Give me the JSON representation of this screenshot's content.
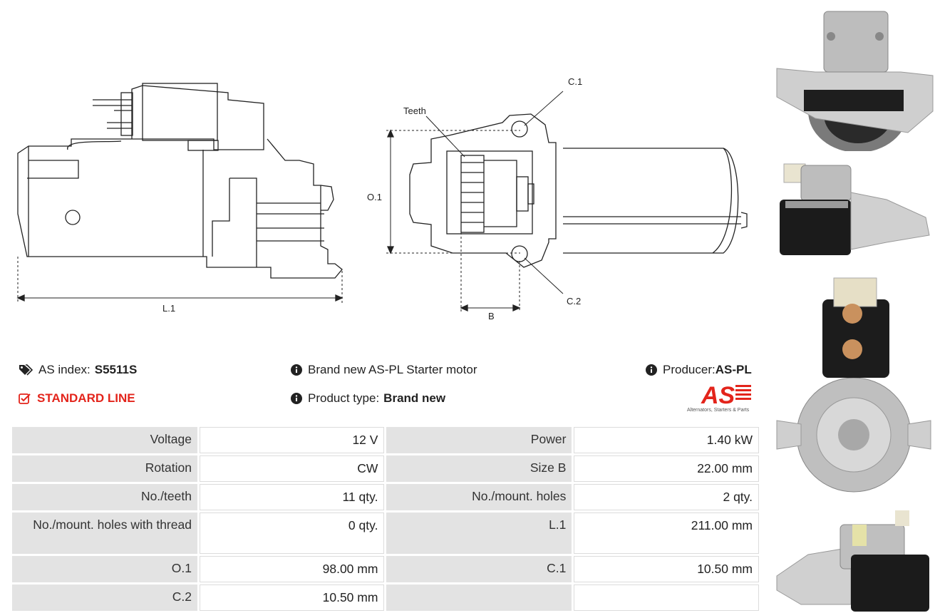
{
  "diagram": {
    "labels": {
      "l1": "L.1",
      "o1": "O.1",
      "b": "B",
      "c1": "C.1",
      "c2": "C.2",
      "teeth": "Teeth"
    }
  },
  "info": {
    "as_index_label": "AS index:",
    "as_index_value": "S5511S",
    "line": "STANDARD LINE",
    "description": "Brand new AS-PL Starter motor",
    "product_type_label": "Product type:",
    "product_type_value": "Brand new",
    "producer_label": "Producer:",
    "producer_value": "AS-PL"
  },
  "logo": {
    "brand": "AS",
    "tagline": "Alternators, Starters & Parts",
    "color": "#e3241b"
  },
  "specs": [
    {
      "l1": "Voltage",
      "v1": "12 V",
      "l2": "Power",
      "v2": "1.40 kW"
    },
    {
      "l1": "Rotation",
      "v1": "CW",
      "l2": "Size B",
      "v2": "22.00 mm"
    },
    {
      "l1": "No./teeth",
      "v1": "11 qty.",
      "l2": "No./mount. holes",
      "v2": "2 qty."
    },
    {
      "l1": "No./mount. holes with thread",
      "v1": "0 qty.",
      "l2": "L.1",
      "v2": "211.00 mm"
    },
    {
      "l1": "O.1",
      "v1": "98.00 mm",
      "l2": "C.1",
      "v2": "10.50 mm"
    },
    {
      "l1": "C.2",
      "v1": "10.50 mm",
      "l2": "",
      "v2": ""
    }
  ]
}
